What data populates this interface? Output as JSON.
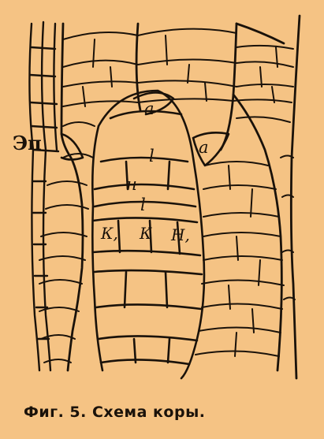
{
  "figure": {
    "labels": {
      "epidermis": "Эп",
      "a_left": "a",
      "a_right": "a",
      "l_upper": "l",
      "n_upper": "н",
      "l_lower": "l",
      "k1_left": "К,",
      "k_center": "К",
      "n1_right": "Н,"
    },
    "caption": "Фиг. 5. Схема коры."
  },
  "colors": {
    "background": "#f5c384",
    "ink": "#1a120a"
  }
}
